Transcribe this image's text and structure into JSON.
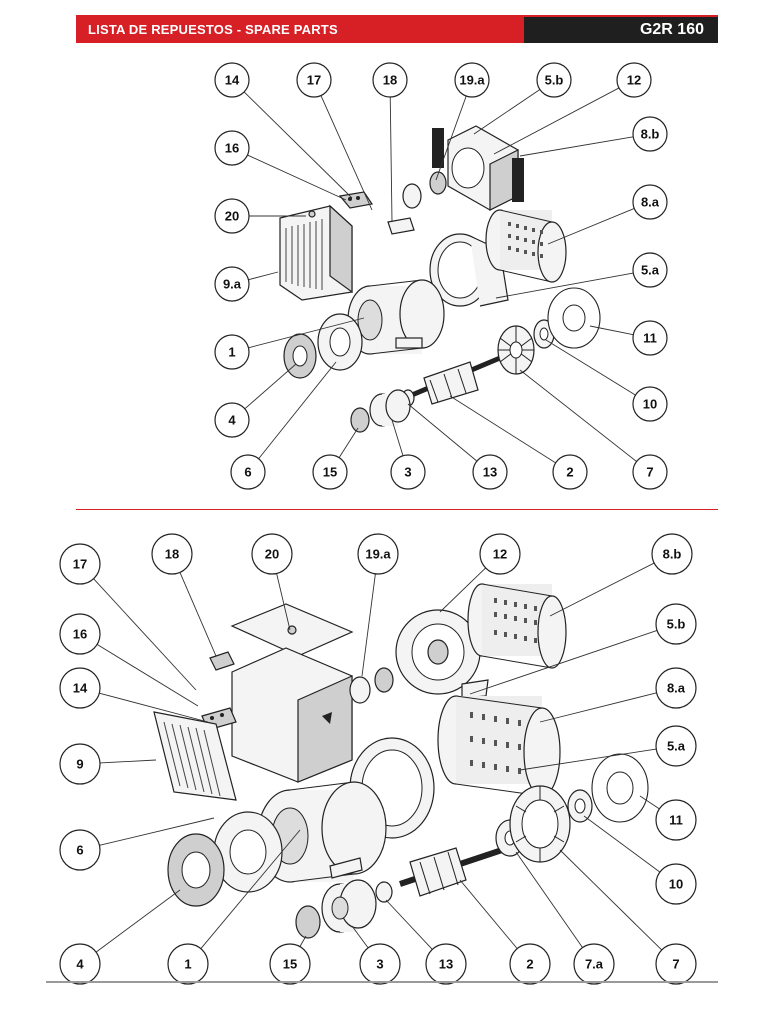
{
  "header": {
    "title": "LISTA DE REPUESTOS - SPARE PARTS",
    "model": "G2R 160"
  },
  "diagram_top": {
    "callouts": [
      "14",
      "17",
      "18",
      "19.a",
      "5.b",
      "12",
      "16",
      "8.b",
      "20",
      "8.a",
      "9.a",
      "5.a",
      "1",
      "11",
      "4",
      "10",
      "6",
      "15",
      "3",
      "13",
      "2",
      "7"
    ]
  },
  "diagram_bottom": {
    "callouts": [
      "17",
      "18",
      "20",
      "19.a",
      "12",
      "8.b",
      "16",
      "5.b",
      "14",
      "8.a",
      "9",
      "5.a",
      "6",
      "11",
      "10",
      "4",
      "1",
      "15",
      "3",
      "13",
      "2",
      "7.a",
      "7"
    ]
  },
  "colors": {
    "brand_red": "#d71f26",
    "dark": "#1f1f1f"
  }
}
